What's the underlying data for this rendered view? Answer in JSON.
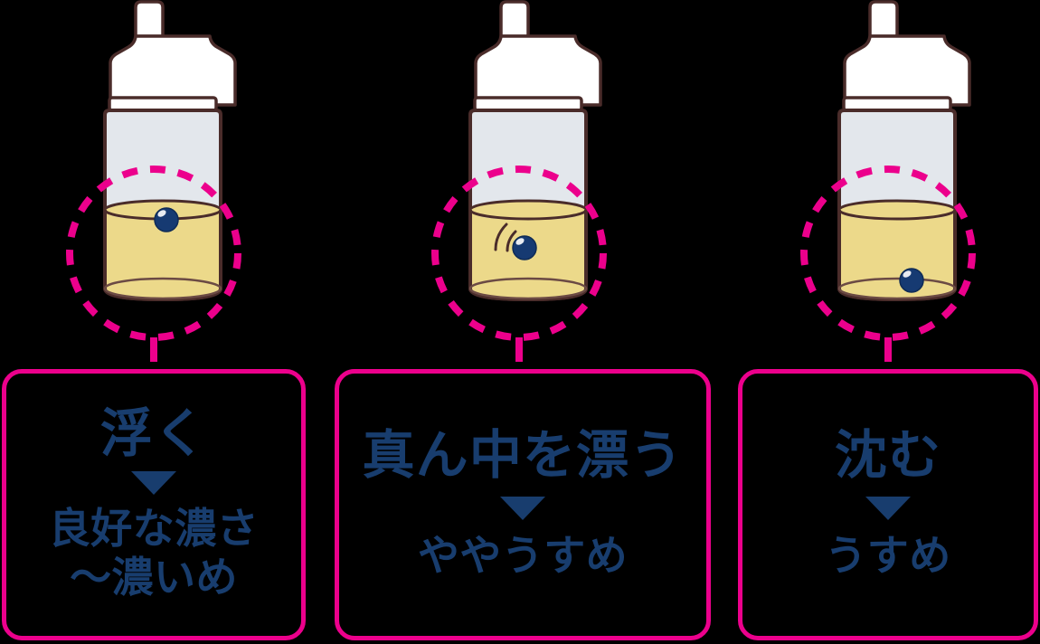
{
  "theme": {
    "background": "#000000",
    "accent_pink": "#ec008c",
    "text_navy": "#183d6e",
    "bottle_outline": "#4a2c2a",
    "glass_fill": "#e3e7ec",
    "liquid_fill": "#ecd98a",
    "cap_fill": "#ffffff",
    "ball_fill": "#163a72"
  },
  "columns": [
    {
      "id": "column-float",
      "icon_name": "dropper-bottle-with-floating-ball",
      "ball_state": "floating-near-surface",
      "motion_lines": false,
      "box": {
        "heading": "浮く",
        "arrow": "▼",
        "sub_lines": [
          "良好な濃さ",
          "〜濃いめ"
        ]
      }
    },
    {
      "id": "column-midway",
      "icon_name": "dropper-bottle-with-suspended-ball",
      "ball_state": "suspended-mid-liquid",
      "motion_lines": true,
      "box": {
        "heading": "真ん中を漂う",
        "arrow": "▼",
        "sub_lines": [
          "ややうすめ"
        ]
      }
    },
    {
      "id": "column-sink",
      "icon_name": "dropper-bottle-with-sunken-ball",
      "ball_state": "resting-on-bottom",
      "motion_lines": false,
      "box": {
        "heading": "沈む",
        "arrow": "▼",
        "sub_lines": [
          "うすめ"
        ]
      }
    }
  ]
}
